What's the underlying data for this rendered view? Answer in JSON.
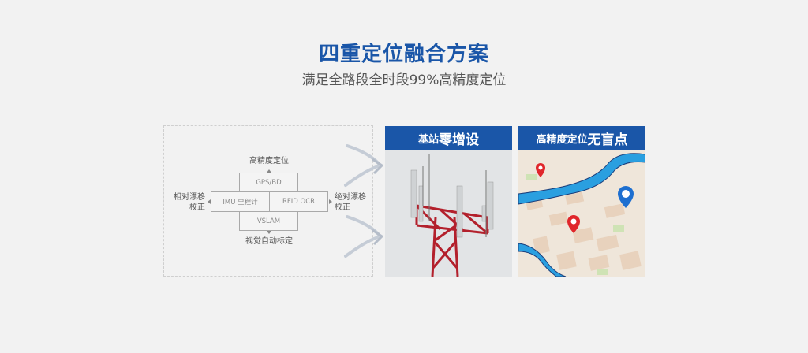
{
  "header": {
    "title": "四重定位融合方案",
    "subtitle": "满足全路段全时段99%高精度定位"
  },
  "diagram": {
    "top_label": "高精度定位",
    "bottom_label": "视觉自动标定",
    "left_label_line1": "相对漂移",
    "left_label_line2": "校正",
    "right_label_line1": "绝对漂移",
    "right_label_line2": "校正",
    "boxes": {
      "top": "GPS/BD",
      "left": "IMU 里程计",
      "right": "RFID OCR",
      "bottom": "VSLAM"
    }
  },
  "panels": [
    {
      "title_small": "基站",
      "title_big": "零增设",
      "image": "cell-tower-photo"
    },
    {
      "title_small": "高精度定位",
      "title_big": "无盲点",
      "image": "city-map-with-pins"
    }
  ],
  "colors": {
    "brand_blue": "#1a56a8",
    "background": "#f2f2f2",
    "tower_red": "#b3202c",
    "map_water": "#2a9fe0",
    "pin_red": "#e0262b",
    "pin_blue": "#1e6fd0"
  }
}
